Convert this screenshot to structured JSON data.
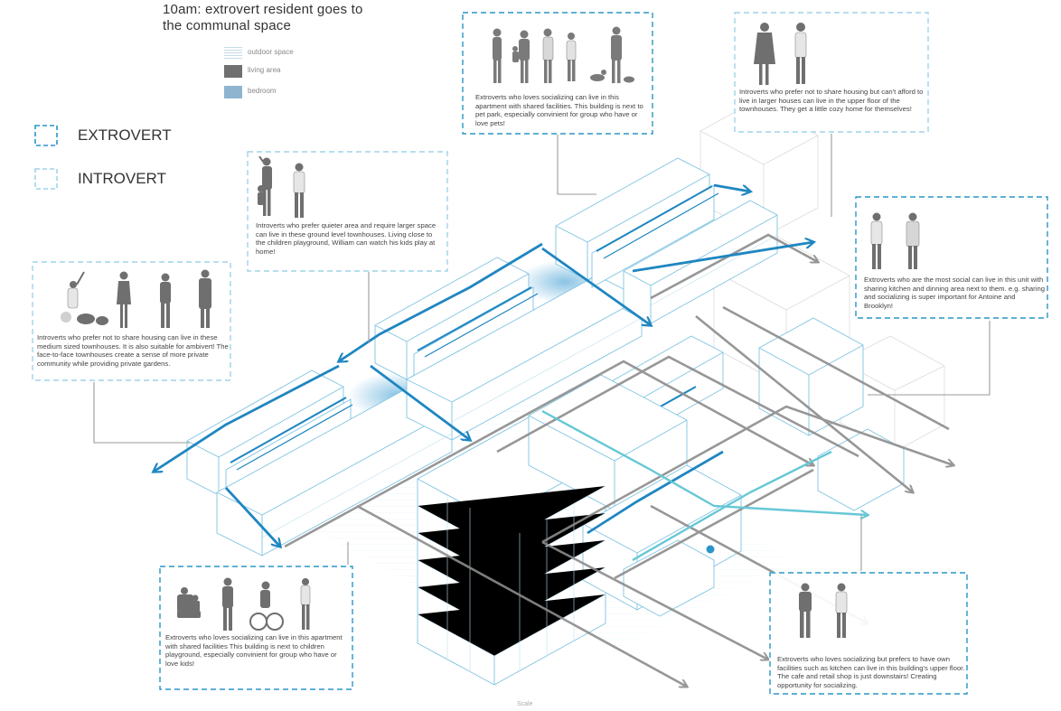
{
  "title": {
    "line1": "10am: extrovert resident goes to",
    "line2": "the communal space"
  },
  "legend": {
    "items": [
      {
        "label": "outdoor space",
        "color": "#c7dbe8"
      },
      {
        "label": "living area",
        "color": "#707070"
      },
      {
        "label": "bedroom",
        "color": "#8fb4cf"
      }
    ]
  },
  "key": {
    "extrovert": {
      "label": "EXTROVERT",
      "color": "#2a95c8"
    },
    "introvert": {
      "label": "INTROVERT",
      "color": "#9fd3ea"
    }
  },
  "cards": {
    "pet_park": "Extroverts who loves socializing can live in this apartment with shared facilities. This building is next to pet park, especially convinient for group who have or love pets!",
    "upper_floor": "Introverts who prefer not to share housing but can't afford to live in larger houses can live in the upper floor of the townhouses. They get a little cozy home for themselves!",
    "ground_level": "Introverts who prefer quieter area and require larger space can live in these ground level townhouses. Living close to the children playground, William can watch his kids play at home!",
    "medium_townhouses": "Introverts who prefer not to share housing can live in these medium sized townhouses. It is also suitable for ambivert! The face-to-face townhouses create a sense of more private community while providing private gardens.",
    "shared_kitchen": "Extroverts who are the most social can live in this unit with sharing kitchen and dinning area next to them. e.g. sharing and socializing is super important for Antoine and Brooklyn!",
    "playground": "Extroverts who loves socializing can live in this apartment with shared facilities This building is next to children playground, especially convinient for group who have or love kids!",
    "own_facilities": "Extroverts who loves socializing but prefers to have own facilities such as kitchen can live in this building's upper floor. The cafe and retail shop is just downstairs! Creating opportunity for socializing."
  },
  "colors": {
    "extrovert_path": "#1f86c1",
    "introvert_path": "#66c7d6",
    "circulation": "#8c8c8c",
    "building_line": "#7fc3e0"
  },
  "footer": "Scale"
}
